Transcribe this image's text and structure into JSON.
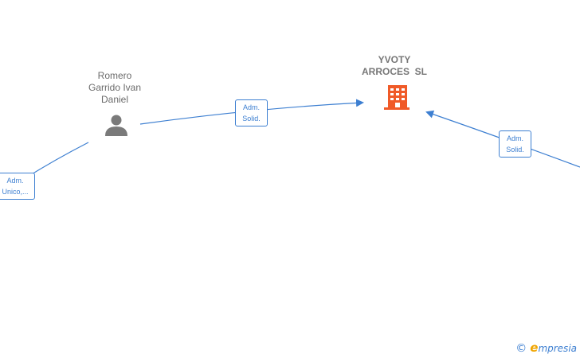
{
  "colors": {
    "edge": "#3d7fd1",
    "person_icon": "#7a7a7a",
    "company_icon": "#f05a28",
    "label_text": "#6b6b6b"
  },
  "nodes": {
    "person": {
      "name_lines": [
        "Romero",
        "Garrido Ivan",
        "Daniel"
      ],
      "icon": "person-icon"
    },
    "company": {
      "name_lines": [
        "YVOTY",
        "ARROCES  SL"
      ],
      "icon": "building-icon"
    }
  },
  "edges": [
    {
      "label_lines": [
        "Adm.",
        "Solid."
      ]
    },
    {
      "label_lines": [
        "Adm.",
        "Solid."
      ]
    },
    {
      "label_lines": [
        "Adm.",
        "Unico,..."
      ]
    }
  ],
  "brand": {
    "copyright": "©",
    "initial": "e",
    "rest": "mpresia"
  }
}
